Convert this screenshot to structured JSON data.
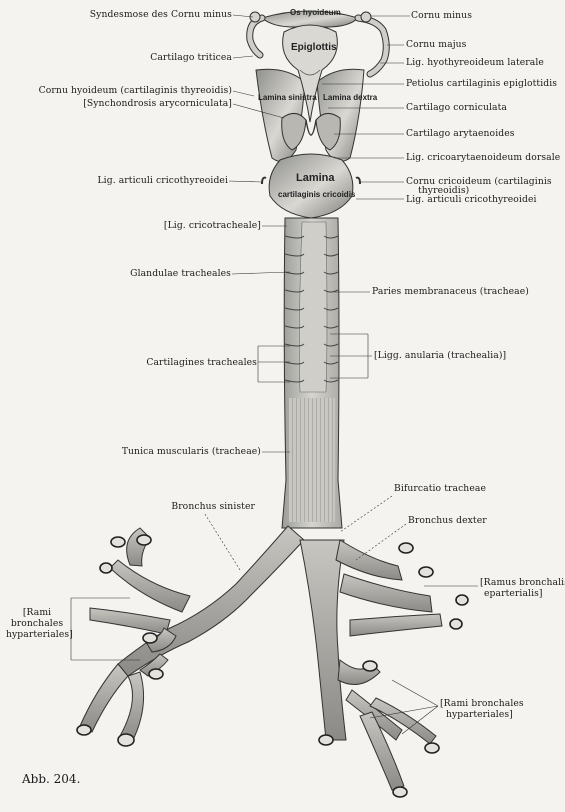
{
  "figure": {
    "number": "Abb. 204."
  },
  "structure_labels": {
    "os_hyoideum": "Os hyoideum",
    "epiglottis": "Epiglottis",
    "lamina_sinistra": "Lamina sinistra",
    "lamina_dextra": "Lamina dextra",
    "lamina": "Lamina",
    "cartilaginis_cricoidis": "cartilaginis cricoidis"
  },
  "labels_left": [
    {
      "id": "syndesmose",
      "text": "Syndesmose des Cornu minus"
    },
    {
      "id": "triticea",
      "text": "Cartilago triticea"
    },
    {
      "id": "cornu-hyoideum",
      "text": "Cornu hyoideum (cartilaginis thyreoidis)"
    },
    {
      "id": "synchondrosis",
      "text": "[Synchondrosis arycorniculata]"
    },
    {
      "id": "lig-cricothyr-left",
      "text": "Lig. articuli cricothyreoidei"
    },
    {
      "id": "lig-cricotracheale",
      "text": "[Lig. cricotracheale]"
    },
    {
      "id": "glandulae",
      "text": "Glandulae tracheales"
    },
    {
      "id": "cartilagines",
      "text": "Cartilagines tracheales"
    },
    {
      "id": "tunica",
      "text": "Tunica muscularis (tracheae)"
    },
    {
      "id": "bronchus-sinister",
      "text": "Bronchus sinister"
    },
    {
      "id": "rami-left-1",
      "text": "[Rami"
    },
    {
      "id": "rami-left-2",
      "text": "bronchales"
    },
    {
      "id": "rami-left-3",
      "text": "hyparteriales]"
    }
  ],
  "labels_right": [
    {
      "id": "cornu-minus",
      "text": "Cornu minus"
    },
    {
      "id": "cornu-majus",
      "text": "Cornu majus"
    },
    {
      "id": "lig-hyothyr",
      "text": "Lig. hyothyreoideum laterale"
    },
    {
      "id": "petiolus",
      "text": "Petiolus cartilaginis epiglottidis"
    },
    {
      "id": "corniculata",
      "text": "Cartilago corniculata"
    },
    {
      "id": "arytaenoides",
      "text": "Cartilago arytaenoides"
    },
    {
      "id": "lig-cricoaryt",
      "text": "Lig. cricoarytaenoideum dorsale"
    },
    {
      "id": "cornu-cricoideum-1",
      "text": "Cornu cricoideum (cartilaginis"
    },
    {
      "id": "cornu-cricoideum-2",
      "text": "thyreoidis)"
    },
    {
      "id": "lig-cricothyr-right",
      "text": "Lig. articuli cricothyreoidei"
    },
    {
      "id": "paries",
      "text": "Paries membranaceus (tracheae)"
    },
    {
      "id": "ligg-anularia",
      "text": "[Ligg. anularia (trachealia)]"
    },
    {
      "id": "bifurcatio",
      "text": "Bifurcatio tracheae"
    },
    {
      "id": "bronchus-dexter",
      "text": "Bronchus dexter"
    },
    {
      "id": "ramus-epart-1",
      "text": "[Ramus bronchalis"
    },
    {
      "id": "ramus-epart-2",
      "text": "eparterialis]"
    },
    {
      "id": "rami-right-1",
      "text": "[Rami bronchales"
    },
    {
      "id": "rami-right-2",
      "text": "hyparteriales]"
    }
  ]
}
